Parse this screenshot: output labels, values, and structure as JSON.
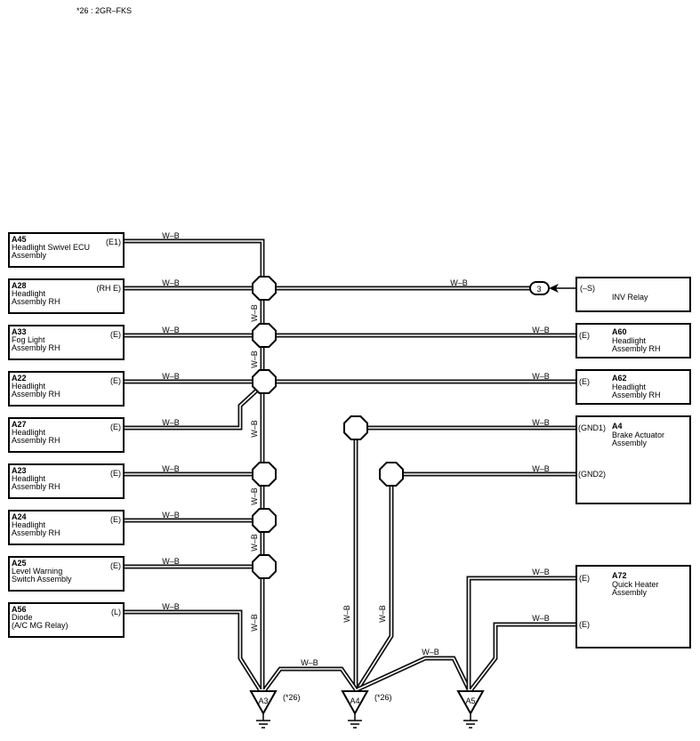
{
  "note": "*26 : 2GR–FKS",
  "wire_color": "W–B",
  "components_left": [
    {
      "code": "A45",
      "name": [
        "Headlight Swivel ECU",
        "Assembly"
      ],
      "pin": "(E1)"
    },
    {
      "code": "A28",
      "name": [
        "Headlight",
        "Assembly RH"
      ],
      "pin": "(RH E)"
    },
    {
      "code": "A33",
      "name": [
        "Fog Light",
        "Assembly RH"
      ],
      "pin": "(E)"
    },
    {
      "code": "A22",
      "name": [
        "Headlight",
        "Assembly RH"
      ],
      "pin": "(E)"
    },
    {
      "code": "A27",
      "name": [
        "Headlight",
        "Assembly RH"
      ],
      "pin": "(E)"
    },
    {
      "code": "A23",
      "name": [
        "Headlight",
        "Assembly RH"
      ],
      "pin": "(E)"
    },
    {
      "code": "A24",
      "name": [
        "Headlight",
        "Assembly RH"
      ],
      "pin": "(E)"
    },
    {
      "code": "A25",
      "name": [
        "Level Warning",
        "Switch Assembly"
      ],
      "pin": "(E)"
    },
    {
      "code": "A56",
      "name": [
        "Diode",
        "(A/C MG Relay)"
      ],
      "pin": "(L)"
    }
  ],
  "components_right": {
    "inv_relay": {
      "name": "INV Relay",
      "pin": "(–S)",
      "connector": "3"
    },
    "a60": {
      "code": "A60",
      "name": [
        "Headlight",
        "Assembly RH"
      ],
      "pin": "(E)"
    },
    "a62": {
      "code": "A62",
      "name": [
        "Headlight",
        "Assembly RH"
      ],
      "pin": "(E)"
    },
    "a4": {
      "code": "A4",
      "name": [
        "Brake Actuator",
        "Assembly"
      ],
      "pins": [
        "(GND1)",
        "(GND2)"
      ]
    },
    "a72": {
      "code": "A72",
      "name": [
        "Quick Heater",
        "Assembly"
      ],
      "pins": [
        "(E)",
        "(E)"
      ]
    }
  },
  "grounds": [
    {
      "code": "A3",
      "note": "(*26)"
    },
    {
      "code": "A4",
      "note": "(*26)"
    },
    {
      "code": "A5",
      "note": ""
    }
  ]
}
